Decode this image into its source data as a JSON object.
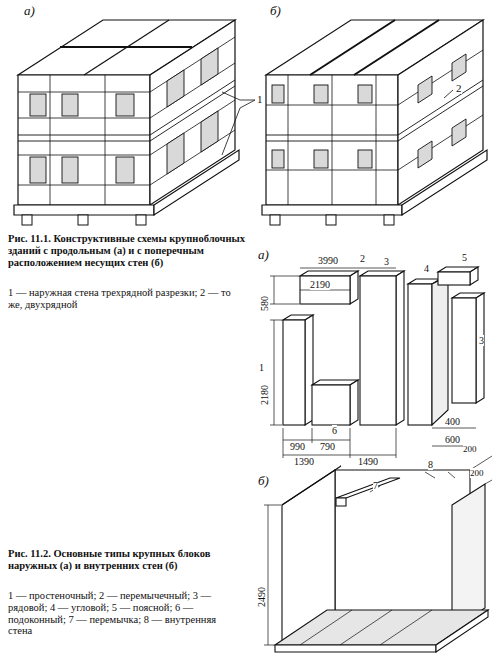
{
  "diagram": {
    "labels": [
      "а)",
      "1",
      "б)",
      "2",
      "Рис. 11.1. Конструктивные схемы крупноблочных зданий с продольным (а) и с поперечным расположением несущих стен (б)",
      "1 — наружная стена трехрядной разрезки; 2 — то же, двухрядной",
      "а)",
      "3990",
      "2190",
      "2",
      "3",
      "4",
      "5",
      "580",
      "1",
      "2180",
      "6",
      "3",
      "990",
      "790",
      "1390",
      "1490",
      "400",
      "600",
      "б)",
      "7",
      "8",
      "2490",
      "200",
      "200",
      "Рис. 11.2. Основные типы крупных блоков наружных (а) и внутренних стен (б)",
      "1 — простеночный; 2 — перемычечный; 3 — рядовой; 4 — угловой; 5 — поясной; 6 — подоконный; 7 — перемычка; 8 — внутренняя стена"
    ]
  }
}
